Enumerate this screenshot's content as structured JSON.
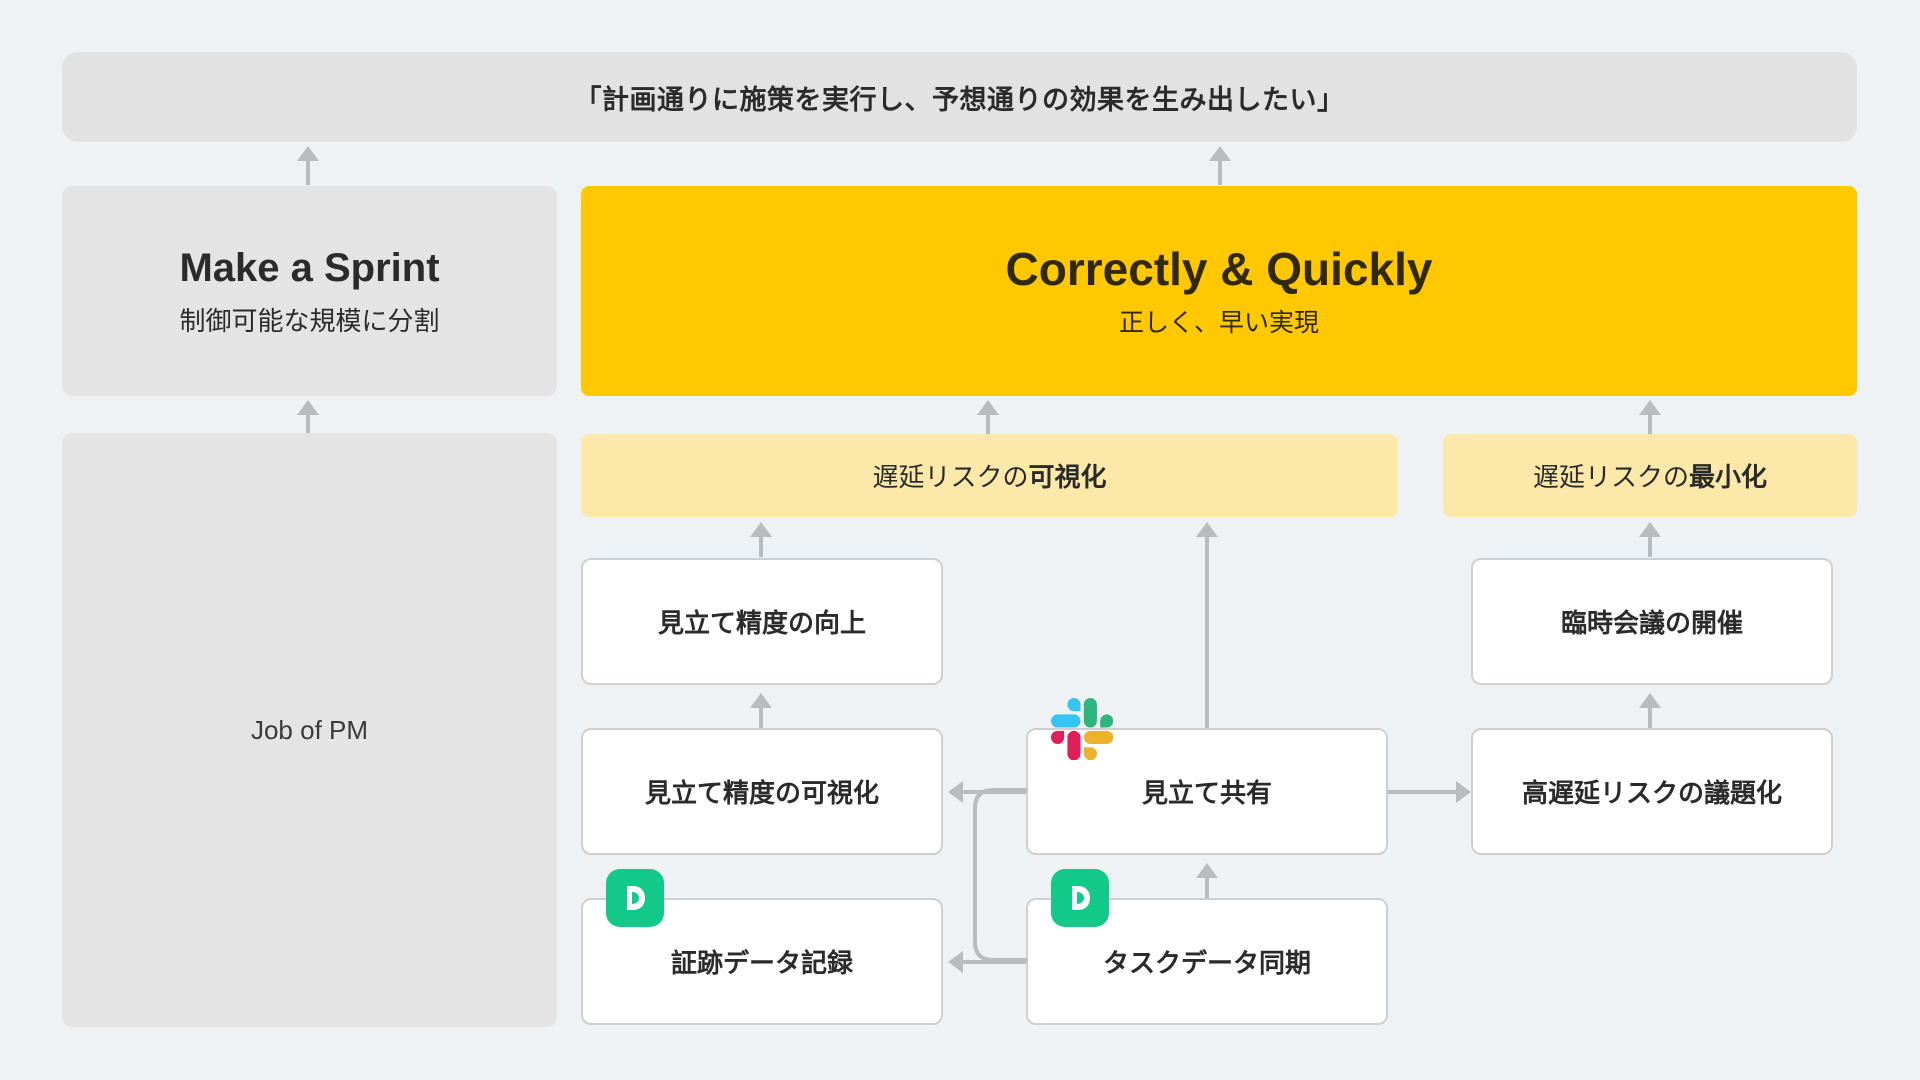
{
  "page": {
    "background_color": "#eef2f5",
    "title_banner": "「計画通りに施策を実行し、予想通りの効果を生み出したい」"
  },
  "colors": {
    "background": "#eef2f5",
    "grey_banner": "#e2e2e2",
    "grey_card": "#e4e4e4",
    "gold": "#ffc800",
    "light_gold": "#fce8a8",
    "white_card": "#ffffff",
    "card_border": "#cfcfcf",
    "connector": "#b9bcbe",
    "backlog_green": "#12c98a",
    "text_dark": "#2b2b2b"
  },
  "left_column": {
    "sprint_card": {
      "title": "Make a Sprint",
      "subtitle": "制御可能な規模に分割"
    },
    "pm_panel": {
      "label": "Job of PM"
    }
  },
  "goal_card": {
    "title": "Correctly & Quickly",
    "subtitle": "正しく、早い実現"
  },
  "outcomes": [
    {
      "prefix": "遅延リスクの",
      "emphasis": "可視化"
    },
    {
      "prefix": "遅延リスクの",
      "emphasis": "最小化"
    }
  ],
  "actions": {
    "visibility_column": [
      {
        "label": "見立て精度の向上",
        "badge": null
      },
      {
        "label": "見立て精度の可視化",
        "badge": null
      },
      {
        "label": "証跡データ記録",
        "badge": "backlog-icon"
      }
    ],
    "center_column": [
      {
        "label": "見立て共有",
        "badge": "slack-icon"
      },
      {
        "label": "タスクデータ同期",
        "badge": "backlog-icon"
      }
    ],
    "minimization_column": [
      {
        "label": "臨時会議の開催",
        "badge": null
      },
      {
        "label": "高遅延リスクの議題化",
        "badge": null
      }
    ]
  },
  "icons": {
    "backlog": "backlog-icon",
    "slack": "slack-icon",
    "arrow_up": "arrow-up-icon",
    "arrow_left": "arrow-left-icon",
    "arrow_right": "arrow-right-icon"
  }
}
